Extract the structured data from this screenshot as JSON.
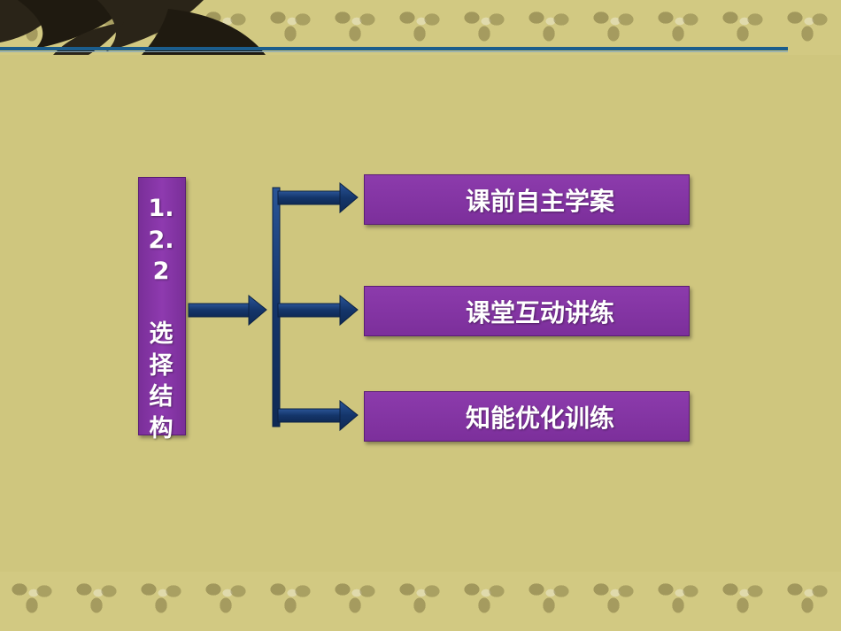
{
  "main_topic": "1.\n2.\n2\n\n选\n择\n结\n构",
  "options": [
    {
      "label": "课前自主学案"
    },
    {
      "label": "课堂互动讲练"
    },
    {
      "label": "知能优化训练"
    }
  ],
  "colors": {
    "background": "#cfc67e",
    "box_purple": "#8e3aaf",
    "arrow_navy": "#14356a",
    "rule_blue": "#1b5d8c"
  }
}
